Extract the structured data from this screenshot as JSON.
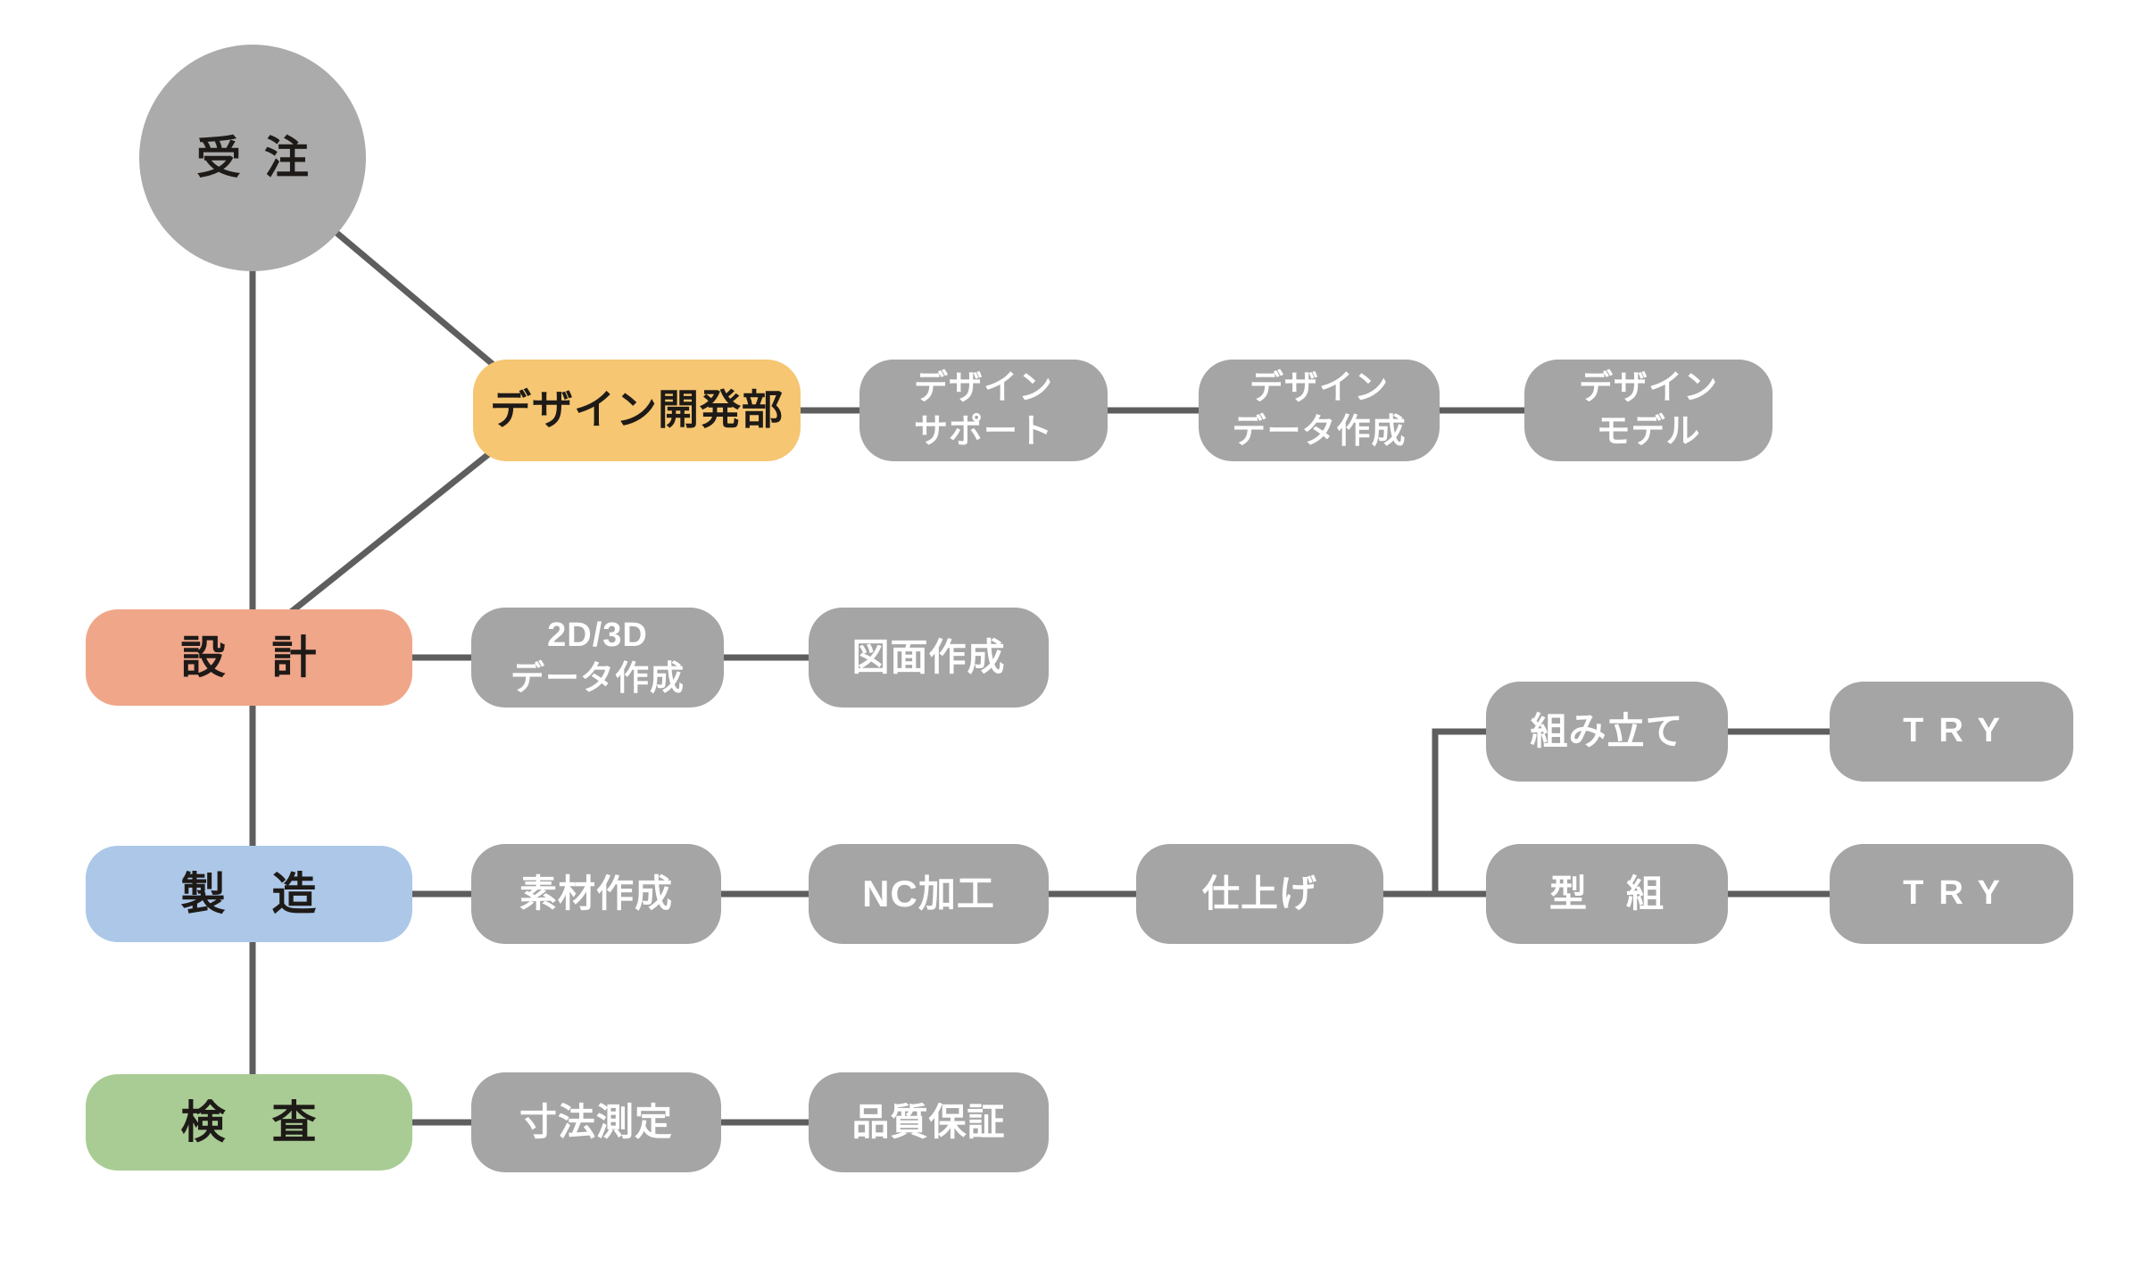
{
  "nodes": {
    "order": {
      "label": "受 注"
    },
    "design_dept": {
      "label": "デザイン開発部"
    },
    "design_support": {
      "label": "デザイン\nサポート"
    },
    "design_data": {
      "label": "デザイン\nデータ作成"
    },
    "design_model": {
      "label": "デザイン\nモデル"
    },
    "sekkei": {
      "label": "設　計"
    },
    "data_2d3d": {
      "label": "2D/3D\nデータ作成"
    },
    "zumen_sakusei": {
      "label": "図面作成"
    },
    "kumitate": {
      "label": "組み立て"
    },
    "try_upper": {
      "label": "TRY"
    },
    "seizo": {
      "label": "製　造"
    },
    "sozai_sakusei": {
      "label": "素材作成"
    },
    "nc_kako": {
      "label": "NC加工"
    },
    "shiage": {
      "label": "仕上げ"
    },
    "katagumi": {
      "label": "型　組"
    },
    "try_lower": {
      "label": "TRY"
    },
    "kensa": {
      "label": "検　査"
    },
    "sunpo_sokutei": {
      "label": "寸法測定"
    },
    "hinshitsu_hosho": {
      "label": "品質保証"
    }
  },
  "colors": {
    "gray": "#A5A5A5",
    "circle": "#ABABAB",
    "yellow": "#F6C672",
    "salmon": "#F0A689",
    "blue": "#ACC7E8",
    "green": "#A9CC95",
    "line": "#5E5E5E",
    "dark": "#1E1A17",
    "white": "#FFFFFF"
  }
}
